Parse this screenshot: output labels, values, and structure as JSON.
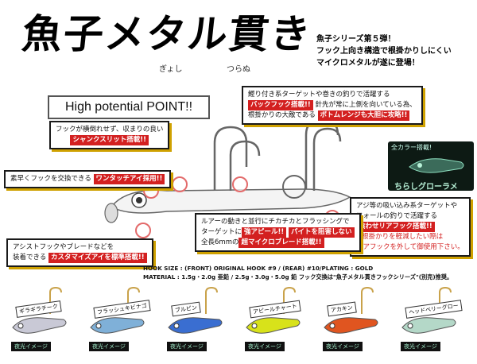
{
  "title": {
    "main": "魚子メタル貫き",
    "ruby_left": "ぎょし",
    "ruby_right": "つらぬ"
  },
  "intro_lines": [
    "魚子シリーズ第５弾！",
    "フック上向き構造で根掛かりしにくい",
    "マイクロメタルが遂に登場！"
  ],
  "point_banner": "High potential POINT!!",
  "callouts": {
    "c1": {
      "lines": [
        "鰹り付き系ターゲットや巻きの釣りで活躍する",
        "針先が常に上側を向いている為、",
        "根掛かりの大敵である"
      ],
      "highlights": [
        "バックフック搭載!!",
        "ボトムレンジも大胆に攻略!!"
      ]
    },
    "c2": {
      "text": "フックが横倒れせず、収まりの良い",
      "highlight": "シャンクスリット搭載!!"
    },
    "c3": {
      "text": "素早くフックを交換できる",
      "highlight": "ワンタッチアイ採用!!"
    },
    "c4": {
      "lines": [
        "アジ等の吸い込み系ターゲットや",
        "フォールの釣りで活躍する"
      ],
      "highlight": "喰わせリアフック搭載!!",
      "notes": [
        "※根掛かりを軽減したい際は",
        "リアフックを外して御使用下さい。"
      ]
    },
    "c5": {
      "lines": [
        "ルアーの動きと並行にチカチカとフラッシングで",
        "ターゲットに",
        "全長6mmの"
      ],
      "highlights": [
        "強アピール!!",
        "パイトを阻害しない",
        "超マイクロブレード搭載!!"
      ]
    },
    "c6": {
      "lines": [
        "アシストフックやブレードなどを",
        "装着できる"
      ],
      "highlight": "カスタマイズアイを標準搭載!!"
    }
  },
  "glow": {
    "label": "全カラー搭載!",
    "title": "ちらしグローラメ"
  },
  "specs": {
    "line1": "HOOK SIZE : (FRONT) ORIGINAL HOOK #9 / (REAR) #10/PLATING : GOLD",
    "line2": "MATERIAL : 1.5g・2.0g 亜鉛 / 2.5g・3.0g・5.0g 鉛  フック交換は\"魚子メタル貫きフックシリーズ\"(別売)推奨。"
  },
  "lures": [
    {
      "name": "ギラギラチーク",
      "color": "#c9c9d6",
      "glow": "夜光イメージ"
    },
    {
      "name": "フラッシュキビナゴ",
      "color": "#7fb0d8",
      "glow": "夜光イメージ"
    },
    {
      "name": "ブルピン",
      "color": "#3a6ed1",
      "glow": "夜光イメージ"
    },
    {
      "name": "アピールチャート",
      "color": "#d8e21a",
      "glow": "夜光イメージ"
    },
    {
      "name": "アカキン",
      "color": "#e05520",
      "glow": "夜光イメージ"
    },
    {
      "name": "ヘッドベリーグロー",
      "color": "#b4d8c8",
      "glow": "夜光イメージ"
    }
  ],
  "lure_name_first": "ギラギラチーク"
}
